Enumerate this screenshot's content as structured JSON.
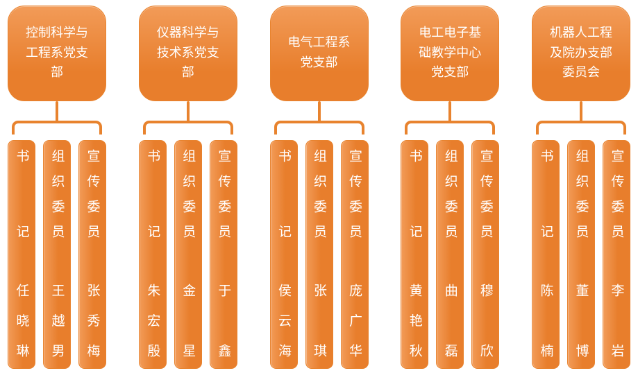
{
  "colors": {
    "accent": "#E8832E",
    "fill-light": "#F29B58",
    "fill-dark": "#E87E2C",
    "text": "#FFFFFF"
  },
  "groups": [
    {
      "title": "控制科学与工程系党支部",
      "members": [
        {
          "role": "书记",
          "name": "任晓琳"
        },
        {
          "role": "组织委员",
          "name": "王越男"
        },
        {
          "role": "宣传委员",
          "name": "张秀梅"
        }
      ]
    },
    {
      "title": "仪器科学与技术系党支部",
      "members": [
        {
          "role": "书记",
          "name": "朱宏殷"
        },
        {
          "role": "组织委员",
          "name": "金星"
        },
        {
          "role": "宣传委员",
          "name": "于鑫"
        }
      ]
    },
    {
      "title": "电气工程系党支部",
      "members": [
        {
          "role": "书记",
          "name": "侯云海"
        },
        {
          "role": "组织委员",
          "name": "张琪"
        },
        {
          "role": "宣传委员",
          "name": "庞广华"
        }
      ]
    },
    {
      "title": "电工电子基础教学中心党支部",
      "members": [
        {
          "role": "书记",
          "name": "黄艳秋"
        },
        {
          "role": "组织委员",
          "name": "曲磊"
        },
        {
          "role": "宣传委员",
          "name": "穆欣"
        }
      ]
    },
    {
      "title": "机器人工程及院办支部委员会",
      "members": [
        {
          "role": "书记",
          "name": "陈楠"
        },
        {
          "role": "组织委员",
          "name": "董博"
        },
        {
          "role": "宣传委员",
          "name": "李岩"
        }
      ]
    }
  ]
}
